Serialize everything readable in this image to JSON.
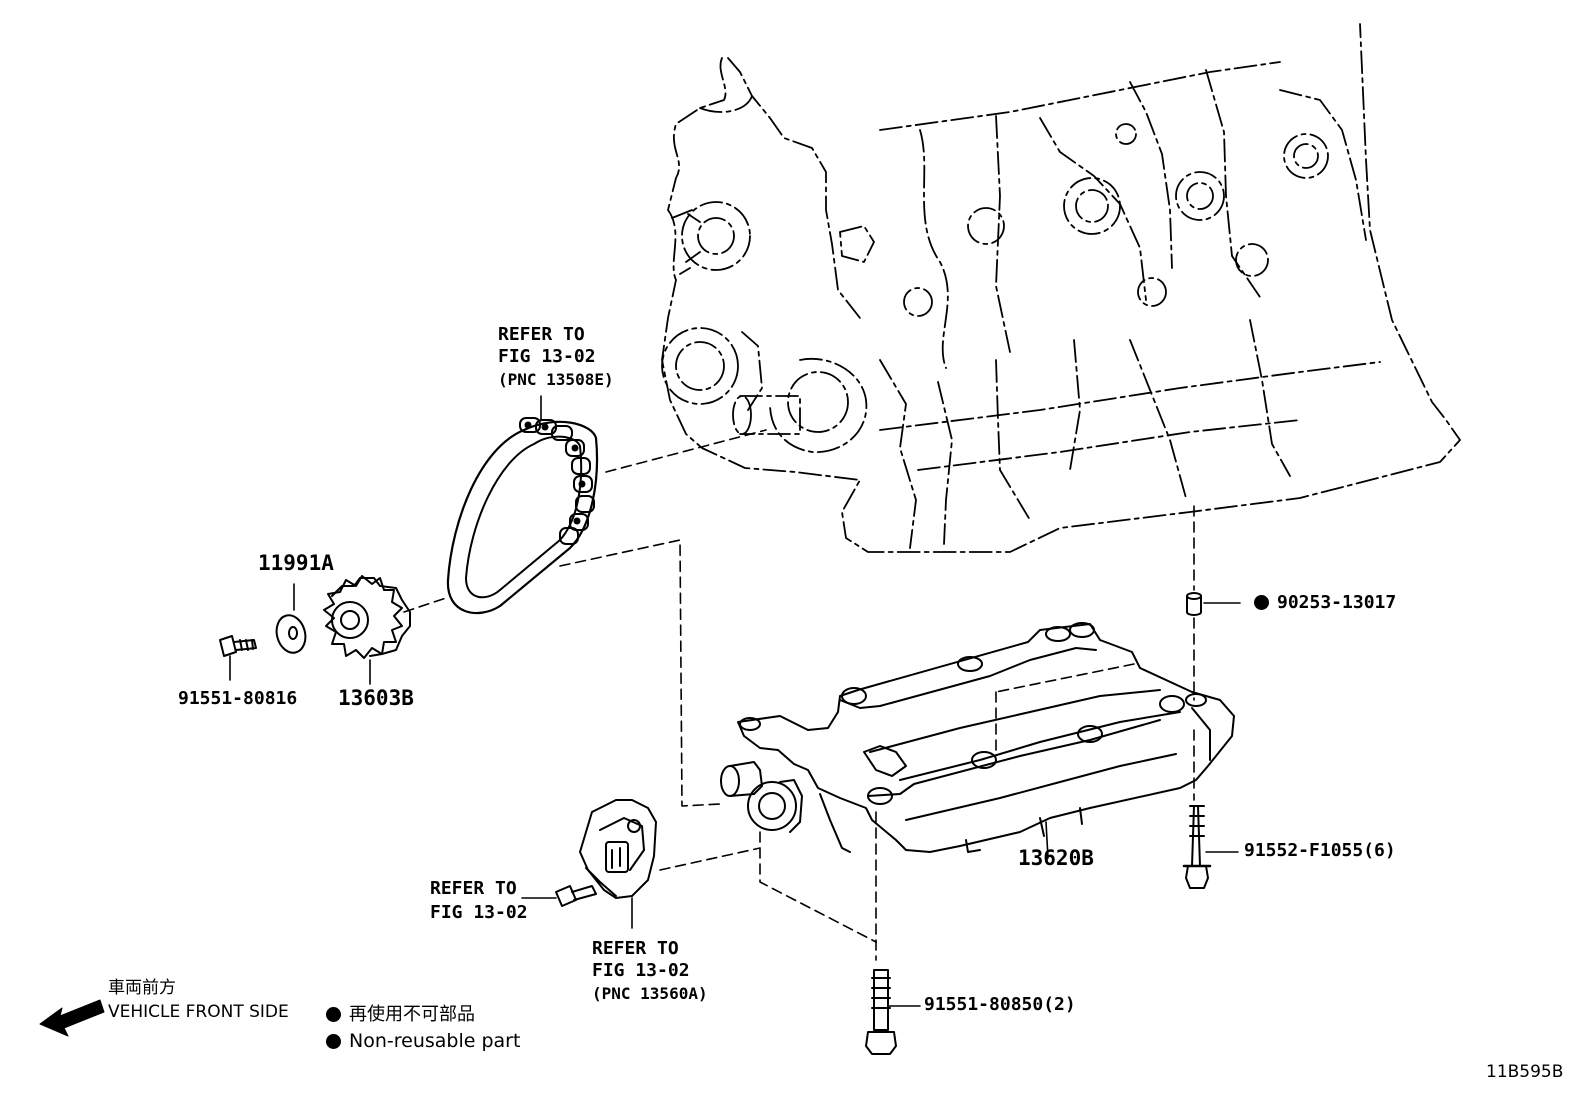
{
  "colors": {
    "line": "#000000",
    "background": "#ffffff"
  },
  "callouts": {
    "chain_ref": {
      "line1": "REFER TO",
      "line2": "FIG 13-02",
      "line3": "(PNC 13508E)"
    },
    "washer": "11991A",
    "bolt_left": "91551-80816",
    "sprocket": "13603B",
    "dowel": "90253-13017",
    "dowel_marker": "filled-circle",
    "balancer": "13620B",
    "bolt_right": "91552-F1055(6)",
    "bolt_bottom": "91551-80850(2)",
    "bolt_ref": {
      "line1": "REFER TO",
      "line2": "FIG 13-02"
    },
    "tensioner_ref": {
      "line1": "REFER TO",
      "line2": "FIG 13-02",
      "line3": "(PNC 13560A)"
    }
  },
  "legend": {
    "direction_jp": "車両前方",
    "direction_en": "VEHICLE FRONT SIDE",
    "direction_icon": "left-arrow-icon",
    "nonreusable_jp": "再使用不可部品",
    "nonreusable_en": "Non-reusable part",
    "marker_icon": "filled-circle-icon"
  },
  "illustration_id": "11B595B"
}
